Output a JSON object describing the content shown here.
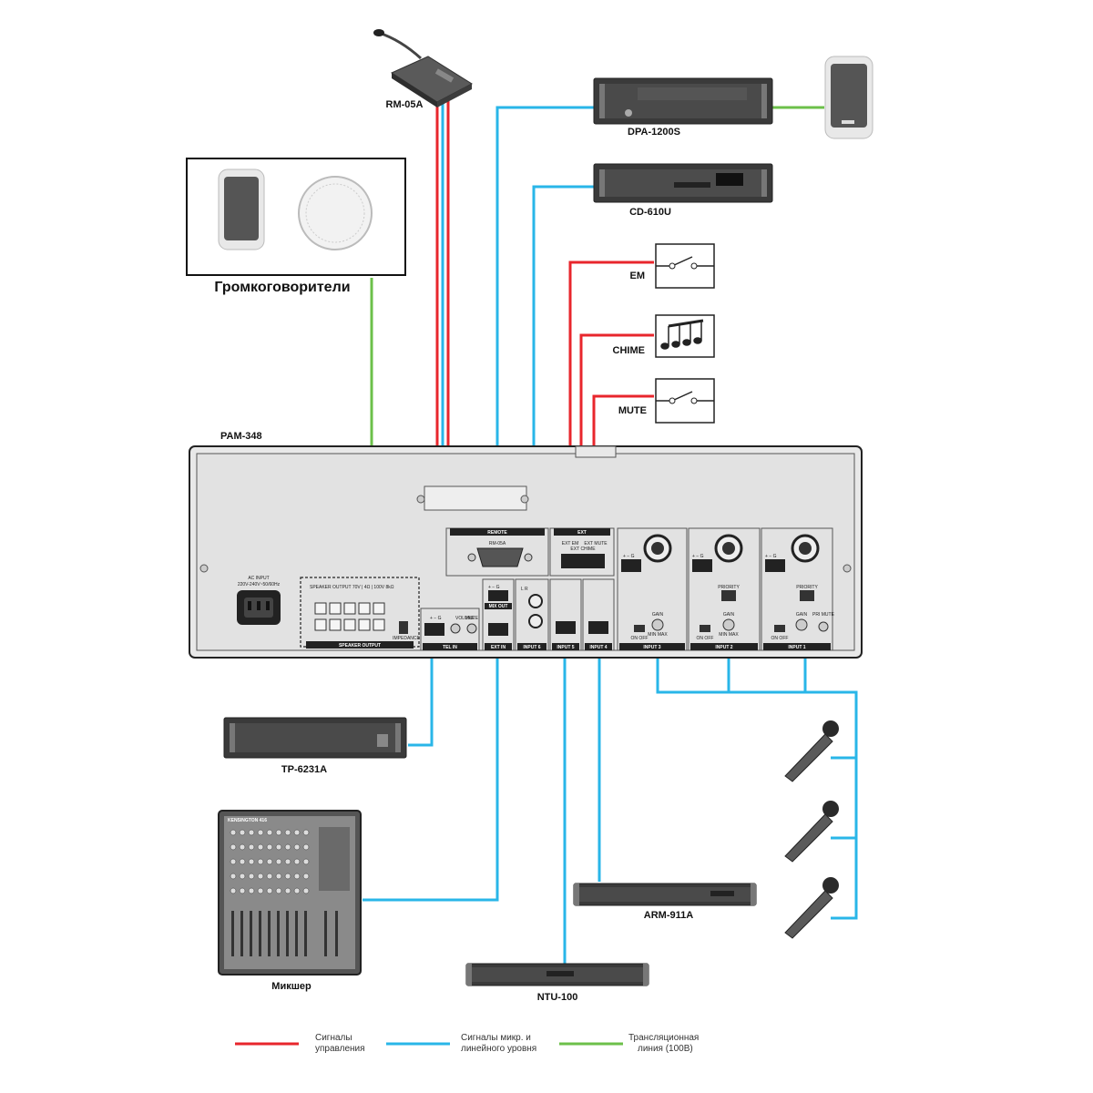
{
  "colors": {
    "control": "#e8262c",
    "audio": "#29b6e8",
    "line100": "#6cc04a",
    "device_dark": "#3a3a3a",
    "panel": "#e6e6e6"
  },
  "devices": {
    "rm05a": "RM-05A",
    "dpa1200s": "DPA-1200S",
    "cd610u": "CD-610U",
    "pam348": "PAM-348",
    "tp6231a": "TP-6231A",
    "arm911a": "ARM-911A",
    "ntu100": "NTU-100",
    "mixer": "Микшер",
    "mixer_brand": "KENSINGTON 416"
  },
  "speakers_box": {
    "title": "Громкоговорители"
  },
  "triggers": {
    "em": "EM",
    "chime": "CHIME",
    "mute": "MUTE"
  },
  "panel": {
    "remote": "REMOTE",
    "rm05a_port": "RM-05A",
    "ext": "EXT",
    "ext_em": "EXT EM",
    "ext_chime": "EXT CHIME",
    "ext_mute": "EXT MUTE",
    "ac_input": "AC INPUT",
    "ac_voltage": "220V-240V~50/60Hz",
    "speaker_output_hdr": "SPEAKER OUTPUT  70V | 4Ω | 100V  8kΩ",
    "speaker_output": "SPEAKER OUTPUT",
    "impedance": "IMPEDANCE",
    "tel_in": "TEL IN",
    "mix_out": "MIX OUT",
    "ext_in": "EXT IN",
    "input6": "INPUT 6",
    "input5": "INPUT 5",
    "input4": "INPUT 4",
    "input3": "INPUT 3",
    "input2": "INPUT 2",
    "input1": "INPUT 1",
    "volume": "VOLUME",
    "mute": "MUTE",
    "gain": "GAIN",
    "priority": "PRIORITY",
    "pri_mute": "PRI MUTE",
    "phantom": "ON OFF",
    "minmax": "MIN MAX",
    "lr": "L R",
    "pm_g": "+ − G"
  },
  "legend": [
    {
      "color": "#e8262c",
      "line1": "Сигналы",
      "line2": "управления"
    },
    {
      "color": "#29b6e8",
      "line1": "Сигналы микр. и",
      "line2": "линейного уровня"
    },
    {
      "color": "#6cc04a",
      "line1": "Трансляционная",
      "line2": "линия (100В)"
    }
  ]
}
